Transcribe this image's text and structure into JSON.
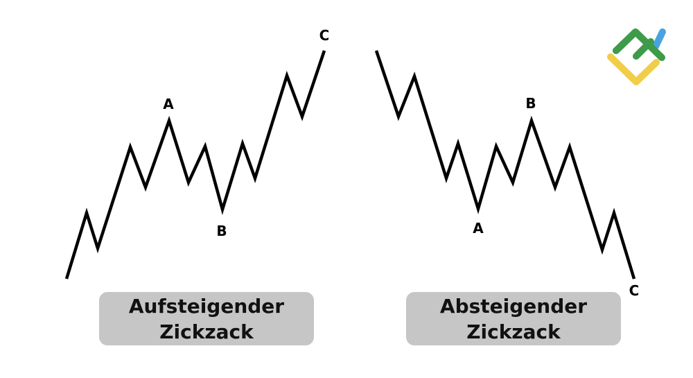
{
  "left": {
    "caption_line1": "Aufsteigender",
    "caption_line2": "Zickzack",
    "labels": {
      "a": "A",
      "b": "B",
      "c": "C"
    }
  },
  "right": {
    "caption_line1": "Absteigender",
    "caption_line2": "Zickzack",
    "labels": {
      "a": "A",
      "b": "B",
      "c": "C"
    }
  },
  "logo": {
    "icon": "brand-logo-icon",
    "colors": {
      "green": "#3d9b4a",
      "yellow": "#f2cd4a",
      "blue": "#4aa3e0"
    }
  },
  "colors": {
    "line": "#000000",
    "caption_bg": "#c6c6c6"
  }
}
